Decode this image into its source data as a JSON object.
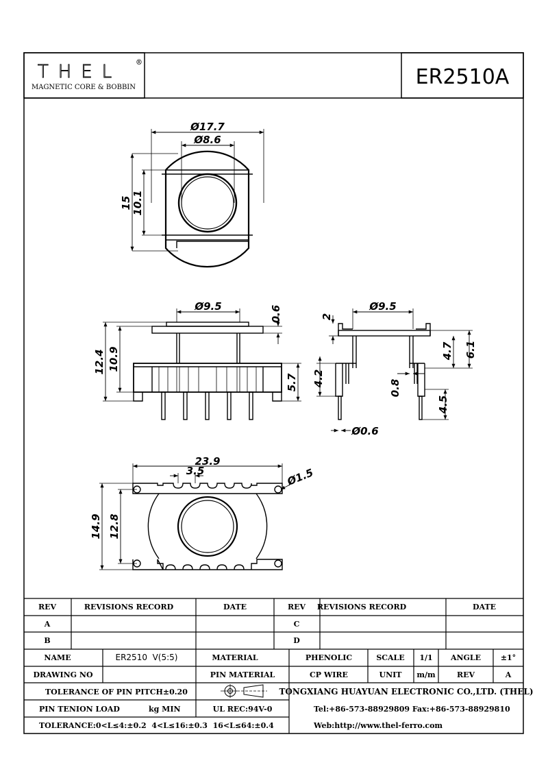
{
  "logo": {
    "word": "THEL",
    "registered": "®",
    "subtitle": "MAGNETIC CORE & BOBBIN"
  },
  "part_number": "ER2510A",
  "dimensions": {
    "top_outer_dia": "Ø17.7",
    "top_inner_dia": "Ø8.6",
    "top_height": "15",
    "top_inner_height": "10.1",
    "front_flange_dia": "Ø9.5",
    "front_flange_thk": "0.6",
    "front_total_h": "12.4",
    "front_body_h": "10.9",
    "front_base_h": "5.7",
    "side_flange_dia": "Ø9.5",
    "side_top_step": "2",
    "side_h1": "4.7",
    "side_h2": "6.1",
    "side_base_h": "4.2",
    "side_wall": "0.8",
    "side_pin_len": "4.5",
    "side_pin_dia": "Ø0.6",
    "bottom_width": "23.9",
    "bottom_pitch": "3.5",
    "bottom_hole_dia": "Ø1.5",
    "bottom_total_h": "14.9",
    "bottom_inner_h": "12.8"
  },
  "revisions": {
    "rev_label": "REV",
    "record_label": "REVISIONS RECORD",
    "date_label": "DATE",
    "left_rows": [
      "A",
      "B"
    ],
    "right_rows": [
      "C",
      "D"
    ]
  },
  "info": {
    "name_label": "NAME",
    "name_value": "ER2510  V(5:5)",
    "material_label": "MATERIAL",
    "material_value": "PHENOLIC",
    "scale_label": "SCALE",
    "scale_value": "1/1",
    "angle_label": "ANGLE",
    "angle_value": "±1°",
    "drawing_no_label": "DRAWING NO",
    "pin_material_label": "PIN MATERIAL",
    "cp_wire": "CP WIRE",
    "unit_label": "UNIT",
    "unit_value": "m/m",
    "rev_label": "REV",
    "rev_value": "A",
    "pin_pitch_tol": "TOLERANCE OF PIN PITCH±0.20",
    "pin_tension": "PIN TENION LOAD",
    "kg_min": "kg MIN",
    "ul_rec": "UL REC:94V-0",
    "tolerance": "TOLERANCE:0<L≤4:±0.2  4<L≤16:±0.3  16<L≤64:±0.4",
    "company": "TONGXIANG HUAYUAN ELECTRONIC CO.,LTD.  (THEL)",
    "tel_fax": "Tel:+86-573-88929809 Fax:+86-573-88929810",
    "web": "Web:http://www.thel-ferro.com"
  }
}
